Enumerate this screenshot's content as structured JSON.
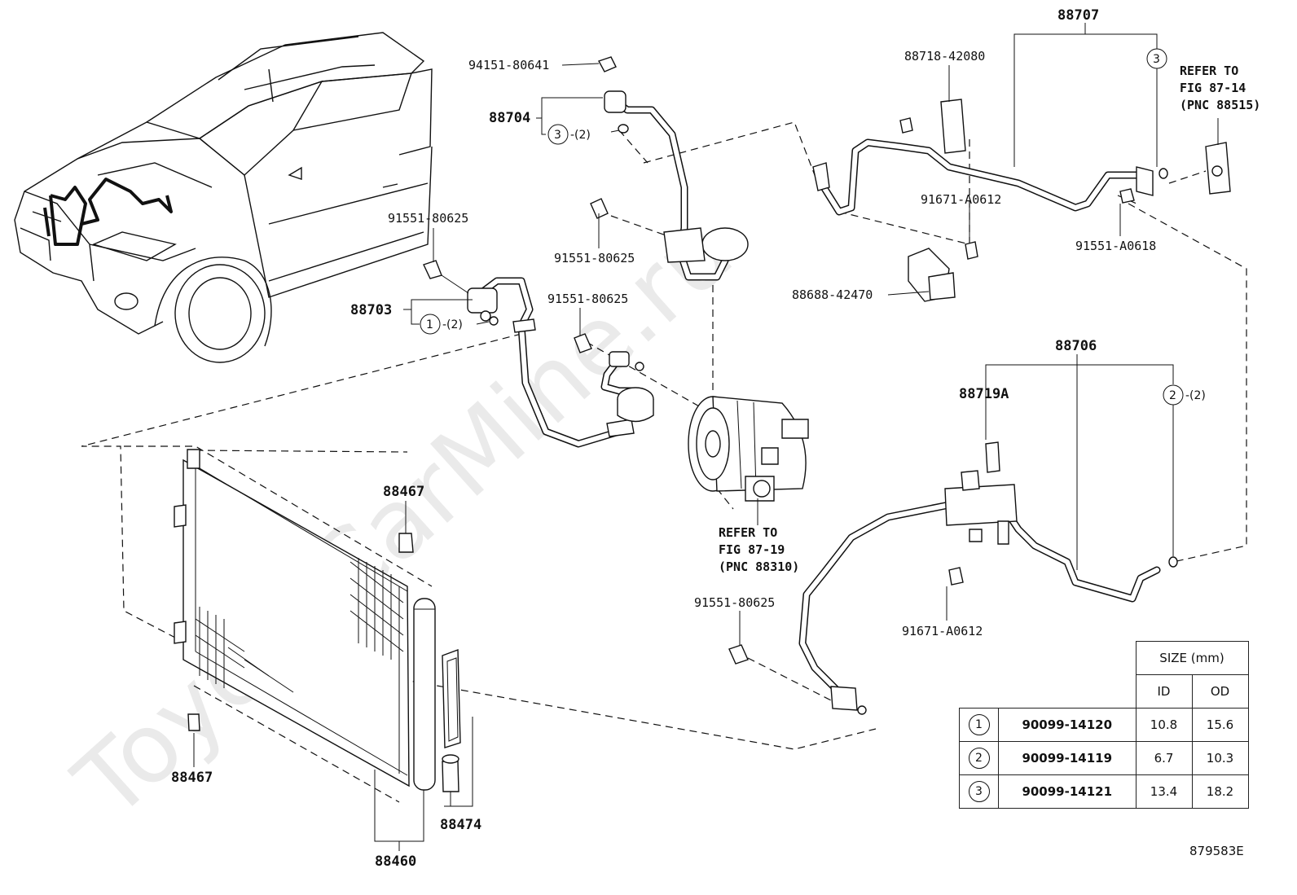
{
  "watermark": "ToyotaCarMine.ru",
  "figure_code": "879583E",
  "parts": {
    "p94151_80641": "94151-80641",
    "p88704": "88704",
    "p88704_sub_ring": "3",
    "p88704_sub_qty": "-(2)",
    "p91551_80625_a": "91551-80625",
    "p91551_80625_b": "91551-80625",
    "p91551_80625_c": "91551-80625",
    "p91551_80625_d": "91551-80625",
    "p88703": "88703",
    "p88703_sub_ring": "1",
    "p88703_sub_qty": "-(2)",
    "p88707": "88707",
    "p88707_ring": "3",
    "p88718_42080": "88718-42080",
    "p91671_A0612_a": "91671-A0612",
    "p91671_A0612_b": "91671-A0612",
    "p88688_42470": "88688-42470",
    "p91551_A0618": "91551-A0618",
    "p88706": "88706",
    "p88706_ring": "2",
    "p88706_qty": "-(2)",
    "p88719A": "88719A",
    "p88467_a": "88467",
    "p88467_b": "88467",
    "p88474": "88474",
    "p88460": "88460"
  },
  "refer_compressor": [
    "REFER TO",
    "FIG 87-19",
    "(PNC 88310)"
  ],
  "refer_valve": [
    "REFER TO",
    "FIG 87-14",
    "(PNC 88515)"
  ],
  "size_table": {
    "header_size": "SIZE (mm)",
    "header_id": "ID",
    "header_od": "OD",
    "rows": [
      {
        "ring": "1",
        "part": "90099-14120",
        "id": "10.8",
        "od": "15.6"
      },
      {
        "ring": "2",
        "part": "90099-14119",
        "id": "6.7",
        "od": "10.3"
      },
      {
        "ring": "3",
        "part": "90099-14121",
        "id": "13.4",
        "od": "18.2"
      }
    ]
  }
}
